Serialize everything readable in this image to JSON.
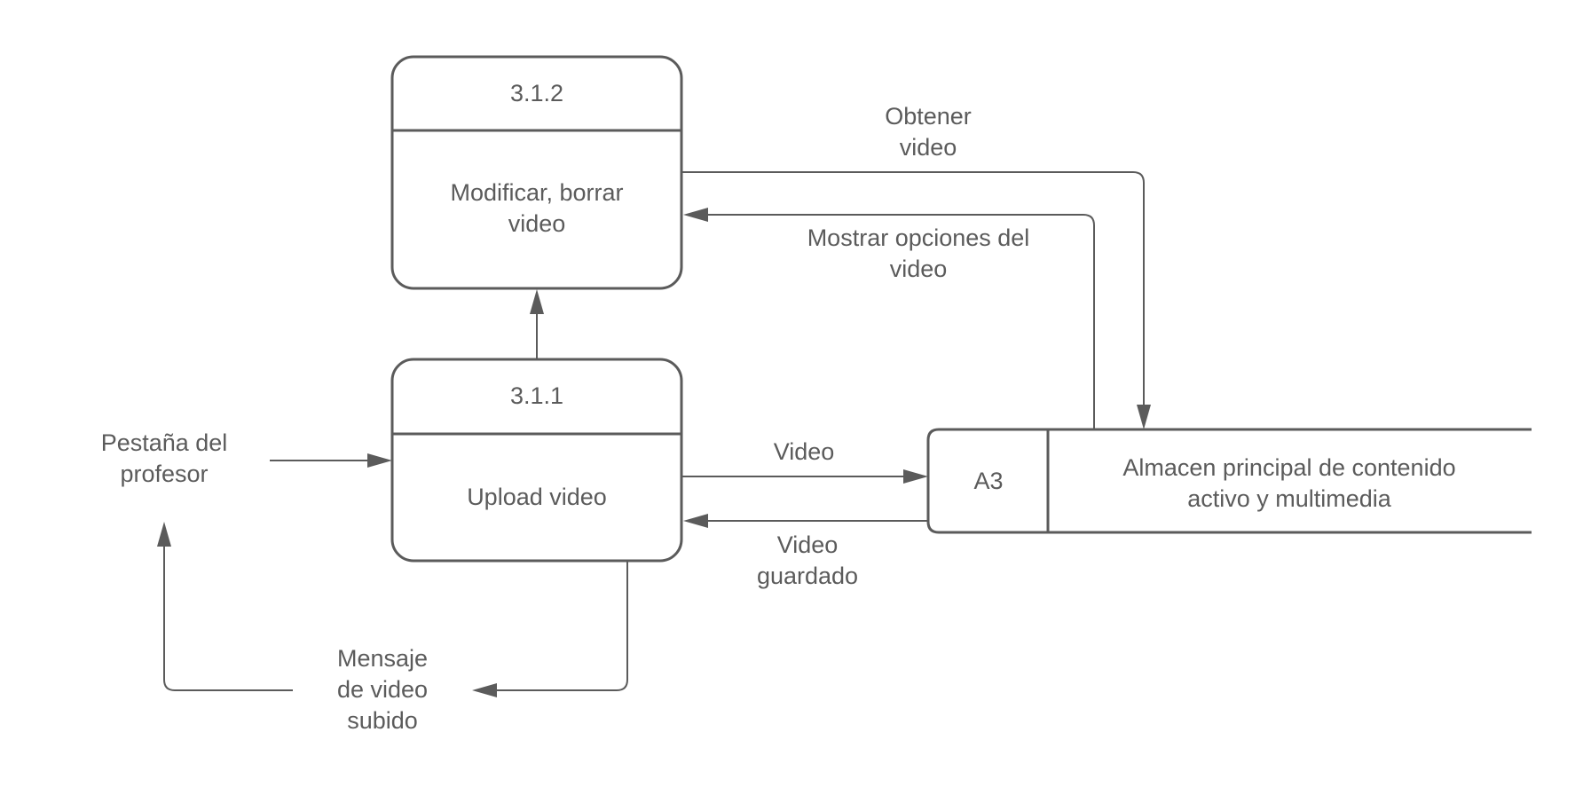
{
  "processes": [
    {
      "number": "3.1.2",
      "label": [
        "Modificar, borrar",
        "video"
      ]
    },
    {
      "number": "3.1.1",
      "label": [
        "Upload video"
      ]
    }
  ],
  "datastore": {
    "id": "A3",
    "label": [
      "Almacen principal de contenido",
      "activo y multimedia"
    ]
  },
  "external_entity": {
    "label": [
      "Pestaña del",
      "profesor"
    ]
  },
  "flows": [
    {
      "label": [
        "Obtener",
        "video"
      ]
    },
    {
      "label": [
        "Mostrar opciones del",
        "video"
      ]
    },
    {
      "label": [
        "Video"
      ]
    },
    {
      "label": [
        "Video",
        "guardado"
      ]
    },
    {
      "label": [
        "Mensaje",
        "de video",
        "subido"
      ]
    }
  ],
  "colors": {
    "stroke": "#5b5b5b",
    "text": "#5b5b5b",
    "background": "#ffffff"
  }
}
